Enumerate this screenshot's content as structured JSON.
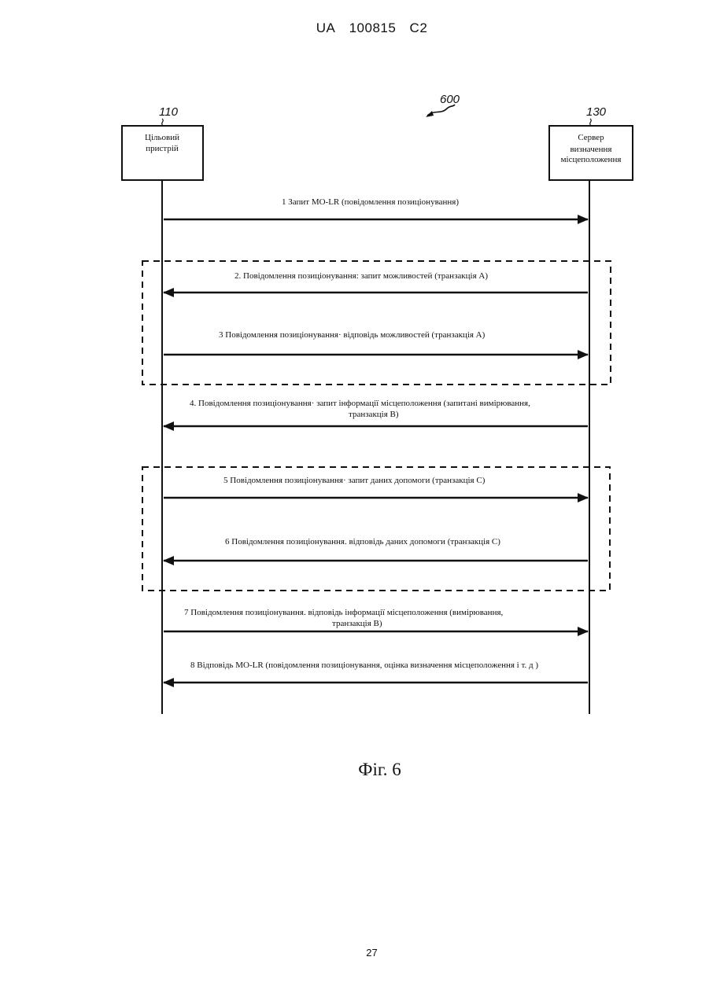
{
  "header": {
    "country": "UA",
    "number": "100815",
    "kind": "C2"
  },
  "diagram": {
    "figure_ref": "600",
    "left": {
      "ref": "110",
      "lines": [
        "Цільовий",
        "пристрій"
      ]
    },
    "right": {
      "ref": "130",
      "lines": [
        "Сервер",
        "визначення",
        "місцеположення"
      ]
    },
    "messages": [
      {
        "lines": [
          "1  Запит MO-LR (повідомлення позиціонування)"
        ]
      },
      {
        "lines": [
          "2. Повідомлення позиціонування: запит можливостей (транзакція А)"
        ]
      },
      {
        "lines": [
          "3  Повідомлення позиціонування· відповідь можливостей (транзакція А)"
        ]
      },
      {
        "lines": [
          "4. Повідомлення позиціонування· запит інформації місцеположення (запитані вимірювання,",
          "транзакція В)"
        ]
      },
      {
        "lines": [
          "5  Повідомлення позиціонування· запит даних допомоги (транзакція С)"
        ]
      },
      {
        "lines": [
          "6  Повідомлення позиціонування. відповідь даних допомоги (транзакція С)"
        ]
      },
      {
        "lines": [
          "7  Повідомлення позиціонування. відповідь інформації місцеположення (вимірювання,",
          "транзакція В)"
        ]
      },
      {
        "lines": [
          "8  Відповідь MO-LR (повідомлення позиціонування, оцінка визначення місцеположення і т. д )"
        ]
      }
    ]
  },
  "figure_label": "Фіг. 6",
  "page_number": "27"
}
